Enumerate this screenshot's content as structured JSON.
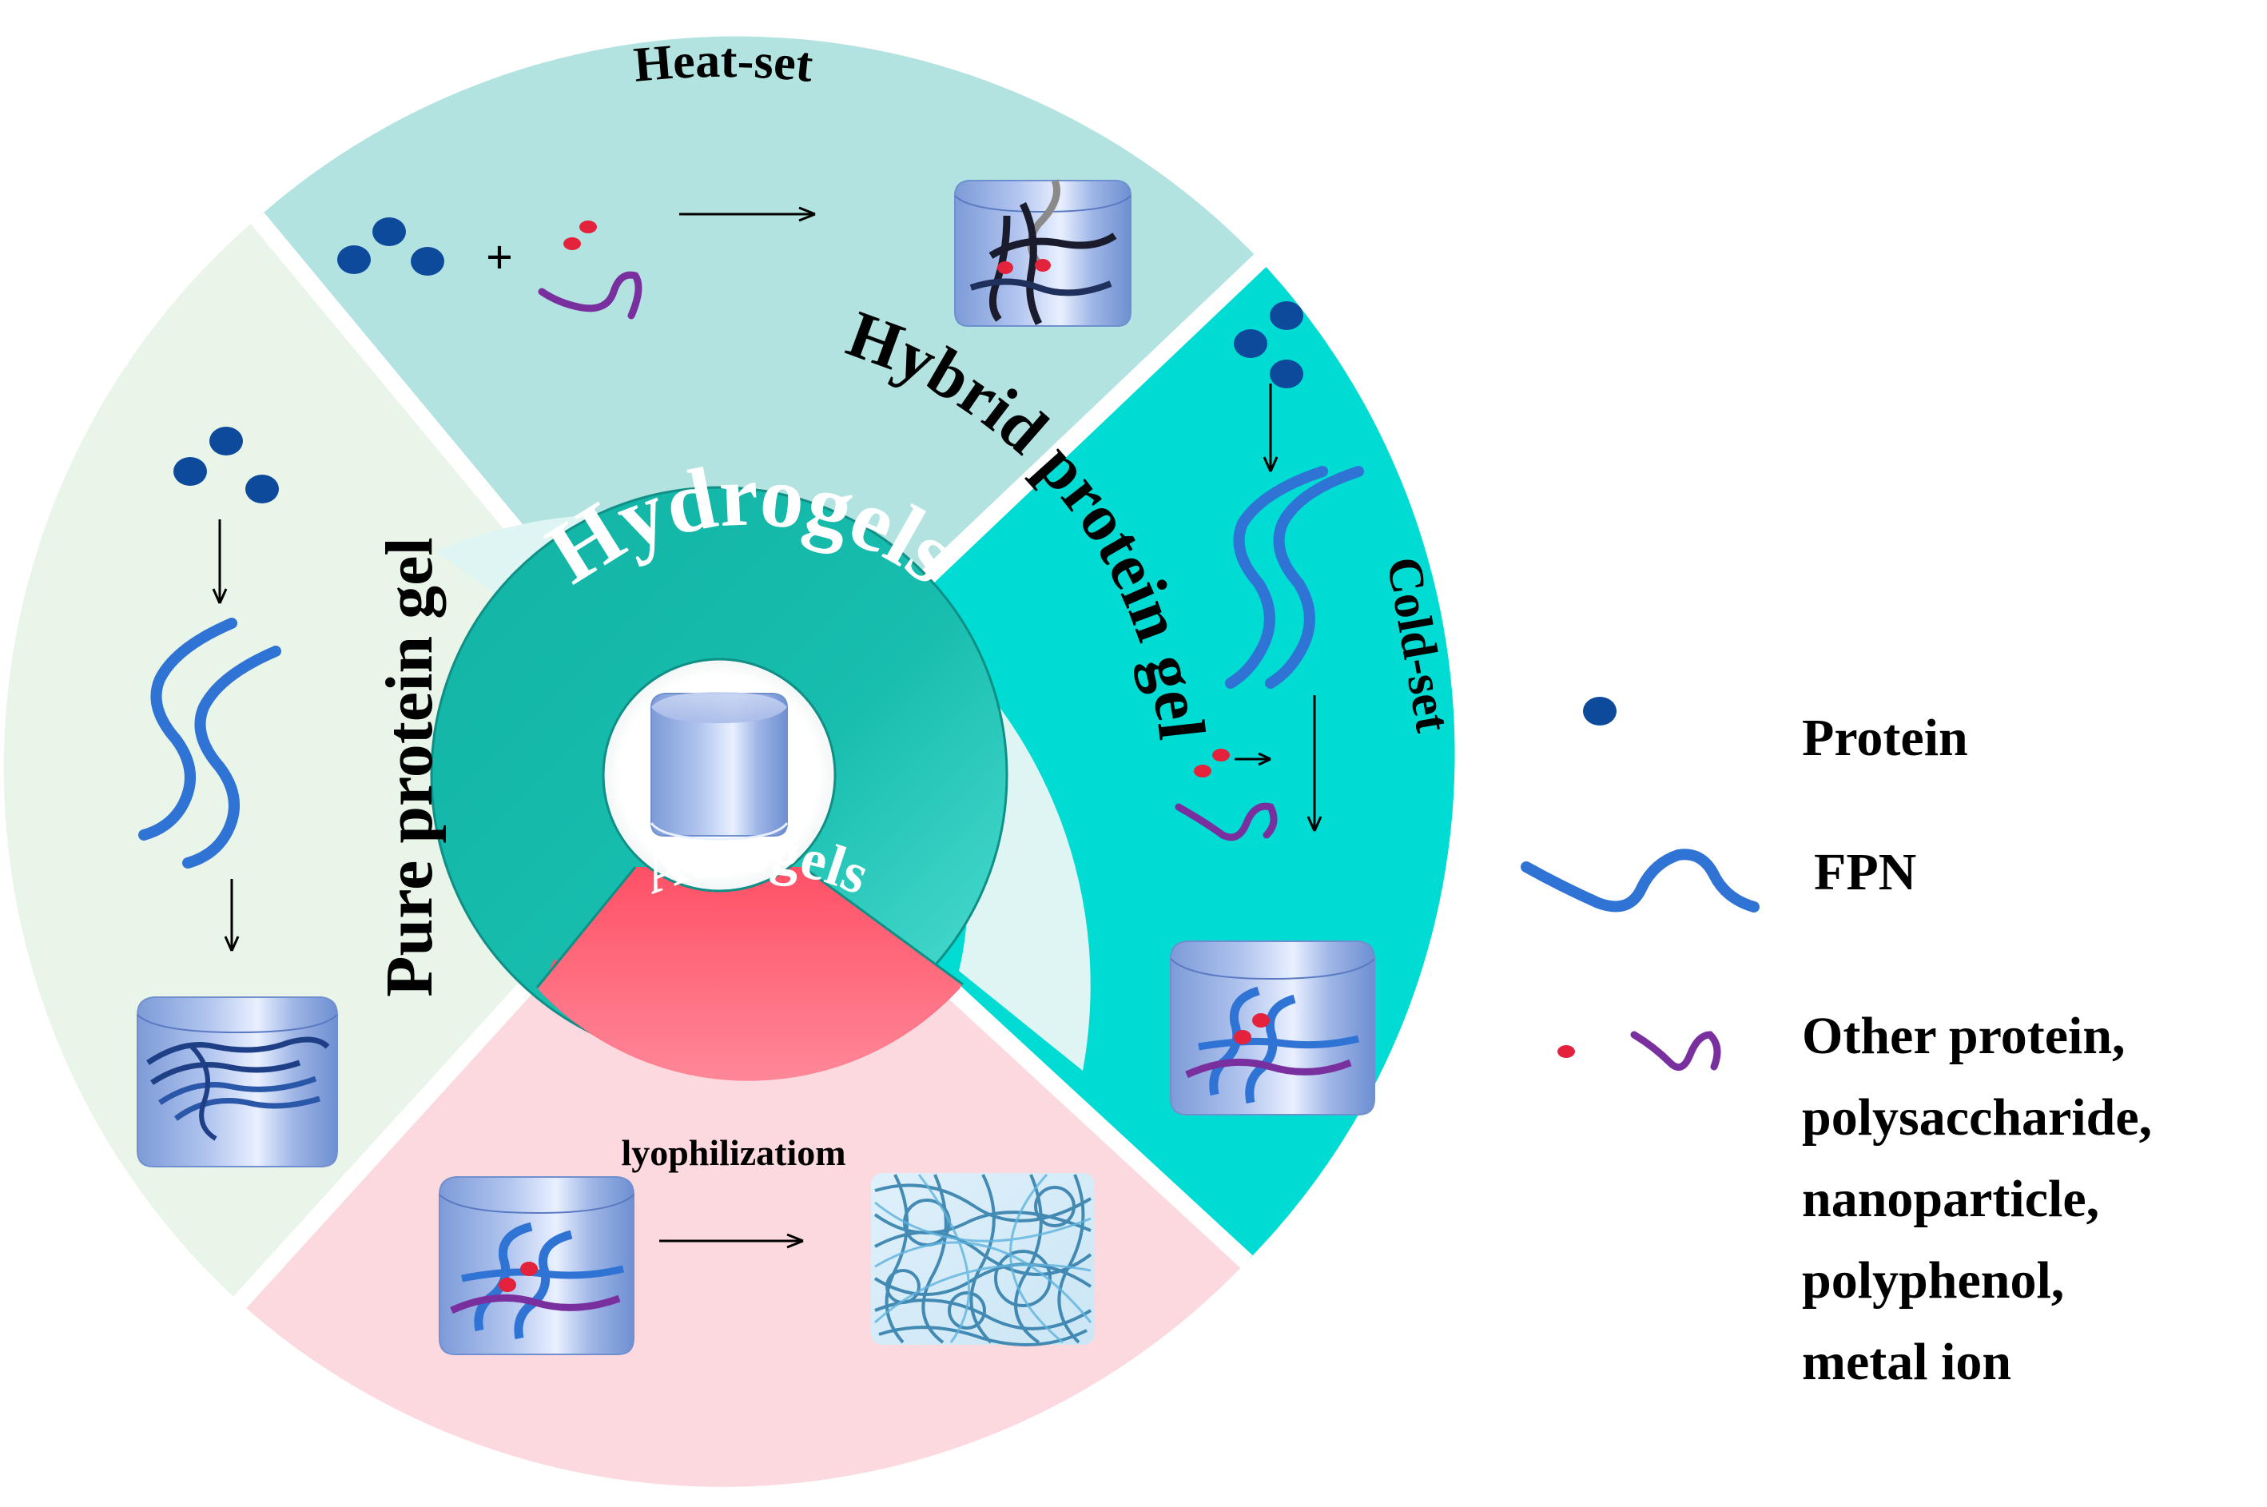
{
  "ring_labels": {
    "heat_set": "Heat-set",
    "cold_set": "Cold-set",
    "pure_protein_gel": "Pure protein gel",
    "hybrid_protein_gel": "Hybrid protein gel"
  },
  "core_labels": {
    "hydrogels": "Hydrogels",
    "aerogels": "Aerogels"
  },
  "process_labels": {
    "plus_sign": "+",
    "lyophilization": "lyophilizatiom"
  },
  "legend": {
    "protein": "Protein",
    "fpn": "FPN",
    "other_lines": [
      "Other protein,",
      "polysaccharide,",
      "nanoparticle,",
      "polyphenol,",
      "metal ion"
    ]
  },
  "colors": {
    "heat_set_sector": "#b2e3e0",
    "cold_set_sector": "#00dbd3",
    "pure_gel_sector": "#eaf5ea",
    "aerogel_sector": "#fcd9df",
    "hybrid_band": "#dff5f4",
    "hydrogel_ring": "#17b9aa",
    "aerogel_ring": "#ff6f80",
    "protein_dot": "#0d4a9c",
    "fpn_strand": "#2f73d4",
    "other_dot": "#e5223b",
    "other_strand": "#7a2f9f"
  }
}
